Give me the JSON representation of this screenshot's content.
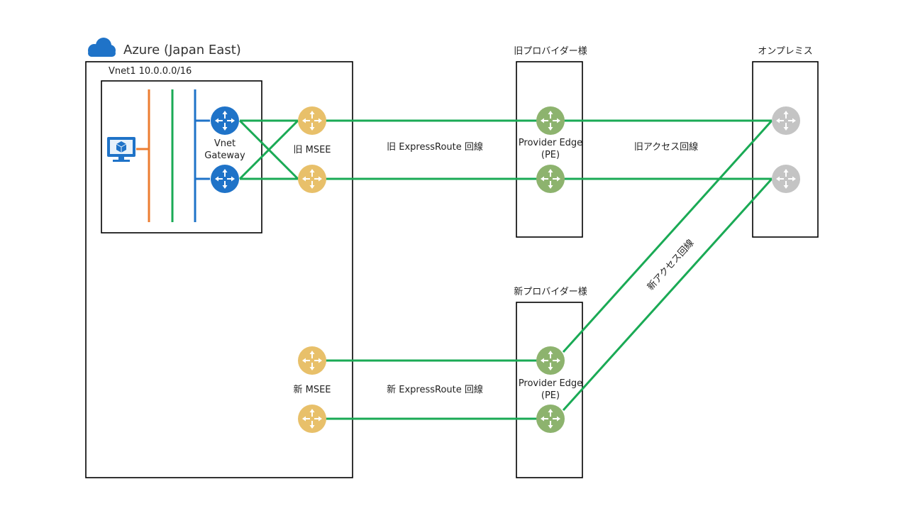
{
  "azure": {
    "title": "Azure (Japan East)",
    "vnet_label": "Vnet1 10.0.0.0/16",
    "vnet_gateway_label_line1": "Vnet",
    "vnet_gateway_label_line2": "Gateway",
    "old_msee_label": "旧 MSEE",
    "new_msee_label": "新 MSEE"
  },
  "old_provider": {
    "title": "旧プロバイダー様",
    "pe_label_line1": "Provider Edge",
    "pe_label_line2": "(PE)"
  },
  "new_provider": {
    "title": "新プロバイダー様",
    "pe_label_line1": "Provider Edge",
    "pe_label_line2": "(PE)"
  },
  "onprem": {
    "title": "オンプレミス"
  },
  "links": {
    "old_expressroute": "旧 ExpressRoute 回線",
    "new_expressroute": "新 ExpressRoute 回線",
    "old_access": "旧アクセス回線",
    "new_access": "新アクセス回線"
  },
  "colors": {
    "link_green": "#1aaa55",
    "gateway_blue": "#1f73c8",
    "msee_gold": "#e8c06a",
    "pe_green": "#8db36e",
    "onprem_gray": "#c4c4c4",
    "subnet_orange": "#ec7d31",
    "subnet_green": "#1aaa55",
    "subnet_blue": "#1f73c8",
    "cloud_blue": "#1f73c8"
  },
  "icons": {
    "cloud": "cloud-icon",
    "vm": "virtual-machine-icon",
    "router": "router-icon"
  }
}
